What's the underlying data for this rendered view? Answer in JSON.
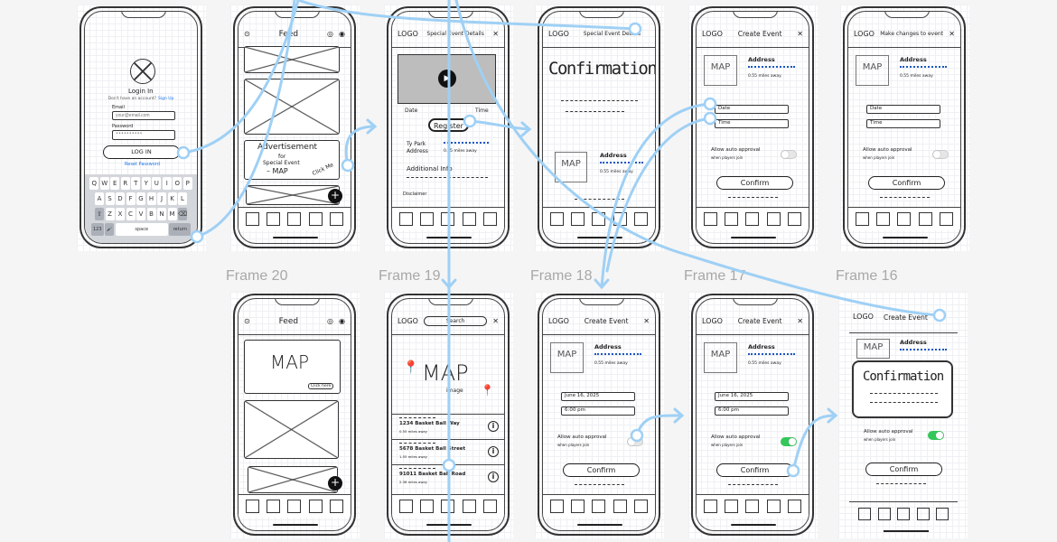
{
  "frames_top": {
    "login": {
      "title": "Login In",
      "signup_prompt": "Don't have an account?",
      "signup_link": "Sign Up",
      "email_label": "Email",
      "email_placeholder": "your@email.com",
      "password_label": "Password",
      "password_value": "••••••••••",
      "login_button": "LOG IN",
      "reset_link": "Reset Password",
      "keyboard": {
        "row1": [
          "Q",
          "W",
          "E",
          "R",
          "T",
          "Y",
          "U",
          "I",
          "O",
          "P"
        ],
        "row2": [
          "A",
          "S",
          "D",
          "F",
          "G",
          "H",
          "J",
          "K",
          "L"
        ],
        "row3": [
          "Z",
          "X",
          "C",
          "V",
          "B",
          "N",
          "M"
        ],
        "shift": "⇧",
        "delete": "⌫",
        "numbers": "123",
        "mic": "🎤",
        "space": "space",
        "return": "return"
      }
    },
    "feed": {
      "title": "Feed",
      "ad_title": "Advertisement",
      "ad_for": "for",
      "ad_sub": "Special Event",
      "ad_map": "– MAP",
      "ad_click": "Click Me",
      "fab": "+"
    },
    "event_details": {
      "logo": "LOGO",
      "title": "Special Event Details",
      "close": "✕",
      "date_label": "Date",
      "time_label": "Time",
      "register_button": "Register",
      "park_label": "Ty Park",
      "address_label": "Address",
      "distance": "0.55 miles away",
      "additional_info": "Additional Info",
      "disclaimer": "Disclaimer"
    },
    "confirmation": {
      "logo": "LOGO",
      "title": "Special Event Details",
      "heading": "Confirmation",
      "map": "MAP",
      "address_label": "Address",
      "distance": "0.55 miles away"
    },
    "create_event": {
      "logo": "LOGO",
      "title": "Create Event",
      "close": "✕",
      "map": "MAP",
      "address_label": "Address",
      "distance": "0.55 miles away",
      "date_placeholder": "Date",
      "time_placeholder": "Time",
      "auto_approval": "Allow auto approval",
      "auto_approval_sub": "when players join",
      "auto_approval_on": false,
      "confirm_button": "Confirm"
    },
    "edit_event": {
      "logo": "LOGO",
      "title": "Make changes to event",
      "close": "✕",
      "map": "MAP",
      "address_label": "Address",
      "distance": "0.55 miles away",
      "date_placeholder": "Date",
      "time_placeholder": "Time",
      "auto_approval": "Allow auto approval",
      "auto_approval_sub": "when players join",
      "auto_approval_on": false,
      "confirm_button": "Confirm"
    }
  },
  "frames_bottom": {
    "frame20": {
      "label": "Frame 20",
      "title": "Feed",
      "map": "MAP",
      "click_here": "Click here",
      "fab": "+"
    },
    "frame19": {
      "label": "Frame 19",
      "logo": "LOGO",
      "search": "Search",
      "close": "✕",
      "map": "MAP",
      "map_sub": "image",
      "results": [
        {
          "address": "1234 Basket Ball Way",
          "distance": "0.55 miles away"
        },
        {
          "address": "5678 Basket Ball Street",
          "distance": "1.55 miles away"
        },
        {
          "address": "91011 Basket Ball Road",
          "distance": "2.36 miles away"
        }
      ]
    },
    "frame18": {
      "label": "Frame 18",
      "logo": "LOGO",
      "title": "Create Event",
      "close": "✕",
      "map": "MAP",
      "address_label": "Address",
      "distance": "0.55 miles away",
      "date_value": "June 16, 2025",
      "time_value": "6:00 pm",
      "auto_approval": "Allow auto approval",
      "auto_approval_sub": "when players join",
      "auto_approval_on": false,
      "confirm_button": "Confirm"
    },
    "frame17": {
      "label": "Frame 17",
      "logo": "LOGO",
      "title": "Create Event",
      "close": "✕",
      "map": "MAP",
      "address_label": "Address",
      "distance": "0.55 miles away",
      "date_value": "June 16, 2025",
      "time_value": "6:00 pm",
      "auto_approval": "Allow auto approval",
      "auto_approval_sub": "when players join",
      "auto_approval_on": true,
      "confirm_button": "Confirm"
    },
    "frame16": {
      "label": "Frame 16",
      "logo": "LOGO",
      "title": "Create Event",
      "map": "MAP",
      "address_label": "Address",
      "confirmation": "Confirmation",
      "auto_approval": "Allow auto approval",
      "auto_approval_sub": "when players join",
      "auto_approval_on": true,
      "confirm_button": "Confirm"
    }
  },
  "colors": {
    "canvas": "#f5f5f5",
    "connector": "#9fd0f5",
    "link": "#1a73e8",
    "toggle_on": "#34c759"
  }
}
